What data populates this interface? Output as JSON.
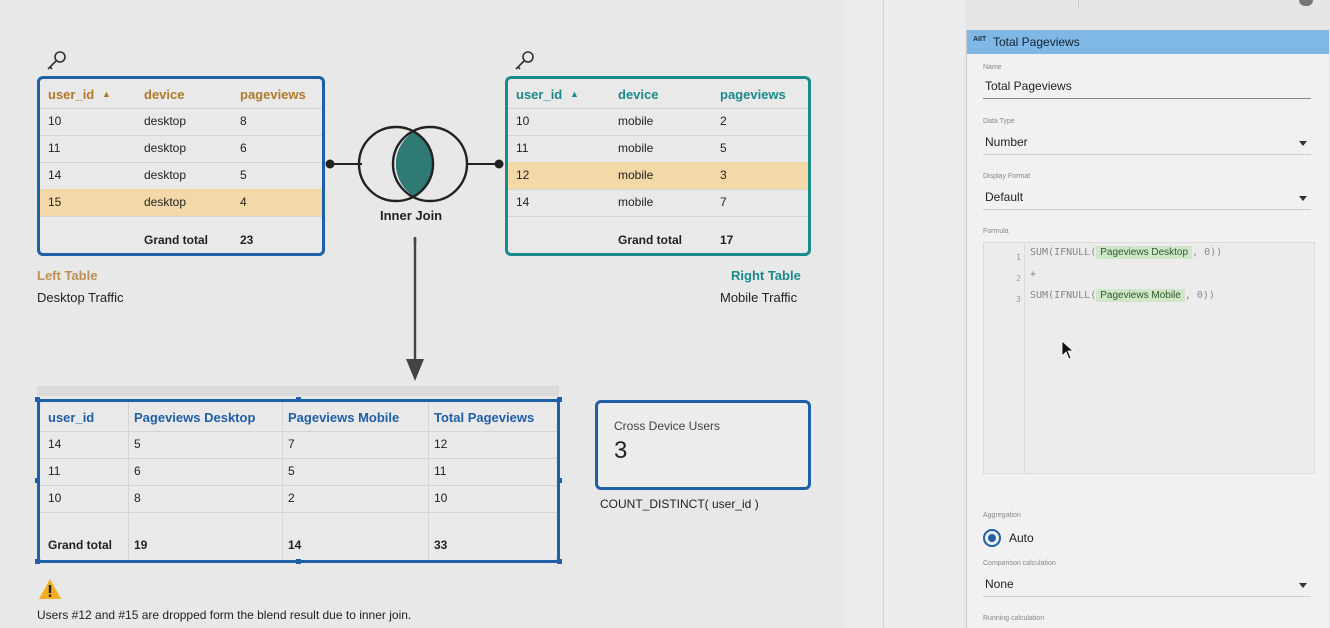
{
  "left_table": {
    "headers": [
      "user_id",
      "device",
      "pageviews"
    ],
    "rows": [
      [
        "10",
        "desktop",
        "8"
      ],
      [
        "11",
        "desktop",
        "6"
      ],
      [
        "14",
        "desktop",
        "5"
      ],
      [
        "15",
        "desktop",
        "4"
      ]
    ],
    "highlight_row": 3,
    "total_label": "Grand total",
    "total_value": "23",
    "title": "Left Table",
    "subtitle": "Desktop Traffic"
  },
  "right_table": {
    "headers": [
      "user_id",
      "device",
      "pageviews"
    ],
    "rows": [
      [
        "10",
        "mobile",
        "2"
      ],
      [
        "11",
        "mobile",
        "5"
      ],
      [
        "12",
        "mobile",
        "3"
      ],
      [
        "14",
        "mobile",
        "7"
      ]
    ],
    "highlight_row": 2,
    "total_label": "Grand total",
    "total_value": "17",
    "title": "Right Table",
    "subtitle": "Mobile Traffic"
  },
  "join": {
    "label": "Inner Join"
  },
  "blend_table": {
    "headers": [
      "user_id",
      "Pageviews Desktop",
      "Pageviews Mobile",
      "Total Pageviews"
    ],
    "rows": [
      [
        "14",
        "5",
        "7",
        "12"
      ],
      [
        "11",
        "6",
        "5",
        "11"
      ],
      [
        "10",
        "8",
        "2",
        "10"
      ]
    ],
    "total": [
      "Grand total",
      "19",
      "14",
      "33"
    ]
  },
  "scorecard": {
    "label": "Cross Device Users",
    "value": "3"
  },
  "count_formula": "COUNT_DISTINCT( user_id )",
  "warning_note": "Users #12 and #15 are dropped form the blend result due to inner join.",
  "panel": {
    "tag": "AIIT",
    "title": "Total Pageviews",
    "name_label": "Name",
    "name_value": "Total Pageviews",
    "data_type_label": "Data Type",
    "data_type_value": "Number",
    "display_format_label": "Display Format",
    "display_format_value": "Default",
    "formula_label": "Formula",
    "formula_lines": [
      {
        "num": "1",
        "prefix": "SUM(IFNULL(",
        "chip": "Pageviews Desktop",
        "suffix": ", 0))"
      },
      {
        "num": "2",
        "prefix": "+",
        "chip": "",
        "suffix": ""
      },
      {
        "num": "3",
        "prefix": "SUM(IFNULL(",
        "chip": "Pageviews Mobile",
        "suffix": ", 0))"
      }
    ],
    "aggregation_label": "Aggregation",
    "aggregation_value": "Auto",
    "comparison_label": "Comparison calculation",
    "comparison_value": "None",
    "running_label": "Running calculation"
  },
  "colors": {
    "left_accent": "#1f5fa8",
    "right_accent": "#1a8a8a",
    "highlight": "#f3d9a8",
    "panel_header": "#7fb8e6",
    "chip": "#cfe6c8"
  }
}
